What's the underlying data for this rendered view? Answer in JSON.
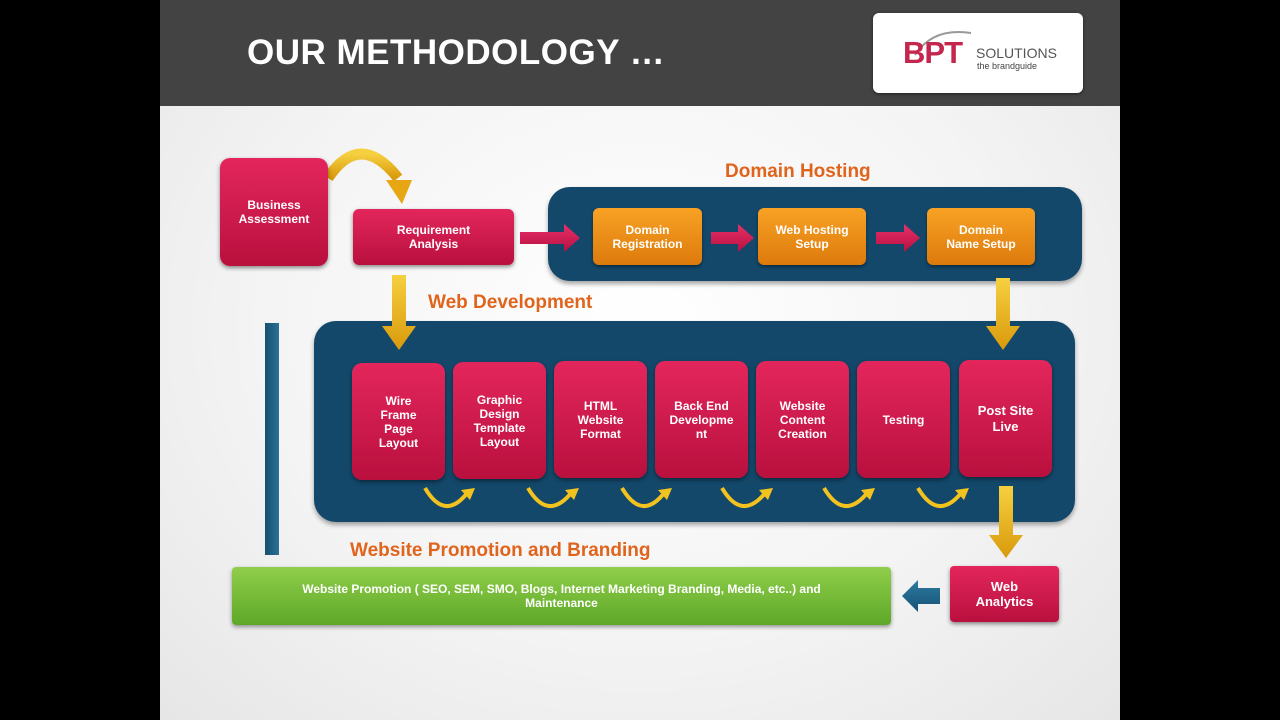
{
  "slide": {
    "title": "OUR METHODOLOGY …",
    "logo": {
      "brand": "BPT",
      "brand_suffix": "SOLUTIONS",
      "tagline": "the brandguide"
    }
  },
  "sections": {
    "domain_hosting": "Domain Hosting",
    "web_development": "Web Development",
    "promotion": "Website Promotion and Branding"
  },
  "steps": {
    "business_assessment": "Business Assessment",
    "requirement_analysis": "Requirement Analysis",
    "domain_registration": "Domain Registration",
    "web_hosting_setup": "Web Hosting Setup",
    "domain_name_setup": "Domain Name Setup",
    "wire_frame": "Wire Frame Page Layout",
    "graphic_design": "Graphic Design Template Layout",
    "html_format": "HTML Website Format",
    "back_end": "Back End Developme nt",
    "content_creation": "Website Content Creation",
    "testing": "Testing",
    "post_site_live": "Post Site Live",
    "web_analytics": "Web Analytics",
    "website_promotion": "Website Promotion ( SEO, SEM, SMO, Blogs, Internet Marketing Branding, Media, etc..) and Maintenance"
  },
  "colors": {
    "header_bg": "#434343",
    "panel": "#13486a",
    "step_red": "#d41a4c",
    "step_orange": "#f0901a",
    "promo_green": "#7cc03c",
    "label_orange": "#e0641c",
    "arrow_gold": "#f0b81c"
  }
}
